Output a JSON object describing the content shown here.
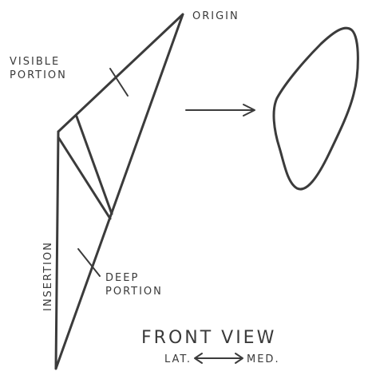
{
  "labels": {
    "origin": "ORIGIN",
    "visible_line1": "VISIBLE",
    "visible_line2": "PORTION",
    "insertion": "INSERTION",
    "deep_line1": "DEEP",
    "deep_line2": "PORTION",
    "view_title": "FRONT VIEW",
    "lat": "LAT.",
    "med": "MED."
  }
}
